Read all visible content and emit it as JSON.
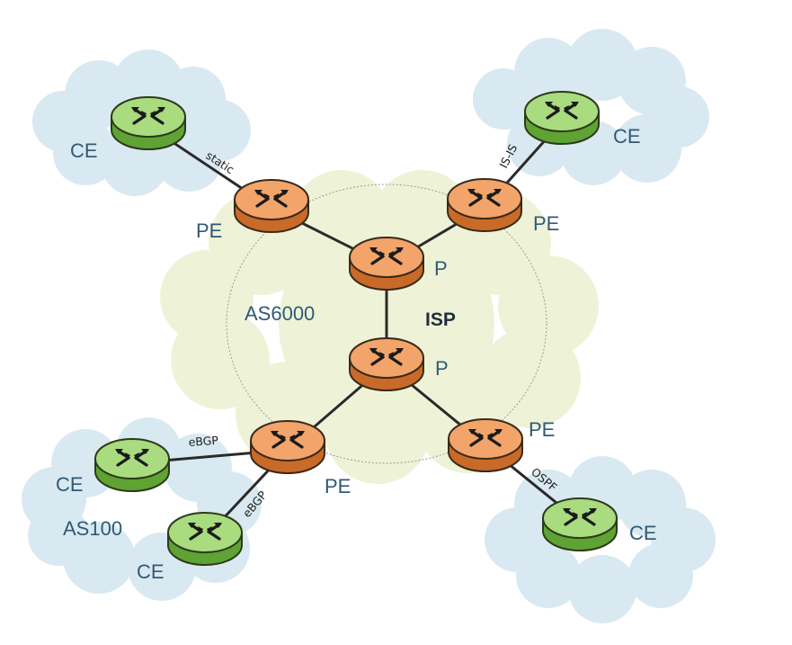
{
  "labels": {
    "ce_top_left": "CE",
    "ce_top_right": "CE",
    "ce_bottom_left_1": "CE",
    "ce_bottom_left_2": "CE",
    "ce_bottom_right": "CE",
    "pe_top_left": "PE",
    "pe_top_right": "PE",
    "pe_bottom_left": "PE",
    "pe_bottom_right": "PE",
    "p_top": "P",
    "p_bottom": "P",
    "isp": "ISP",
    "as_isp": "AS6000",
    "as_customer": "AS100"
  },
  "links": {
    "static": "static",
    "isis": "IS-IS",
    "ebgp_1": "eBGP",
    "ebgp_2": "eBGP",
    "ospf": "OSPF"
  },
  "icons": {
    "ce_router": "router-icon-green",
    "pe_router": "router-icon-orange",
    "p_router": "router-icon-orange"
  },
  "colors": {
    "ce_router": "#8fcf5a",
    "pe_router": "#f0a060",
    "customer_cloud": "#d8e8f0",
    "isp_cloud": "#eef3d6",
    "label_text": "#2f5a76"
  }
}
